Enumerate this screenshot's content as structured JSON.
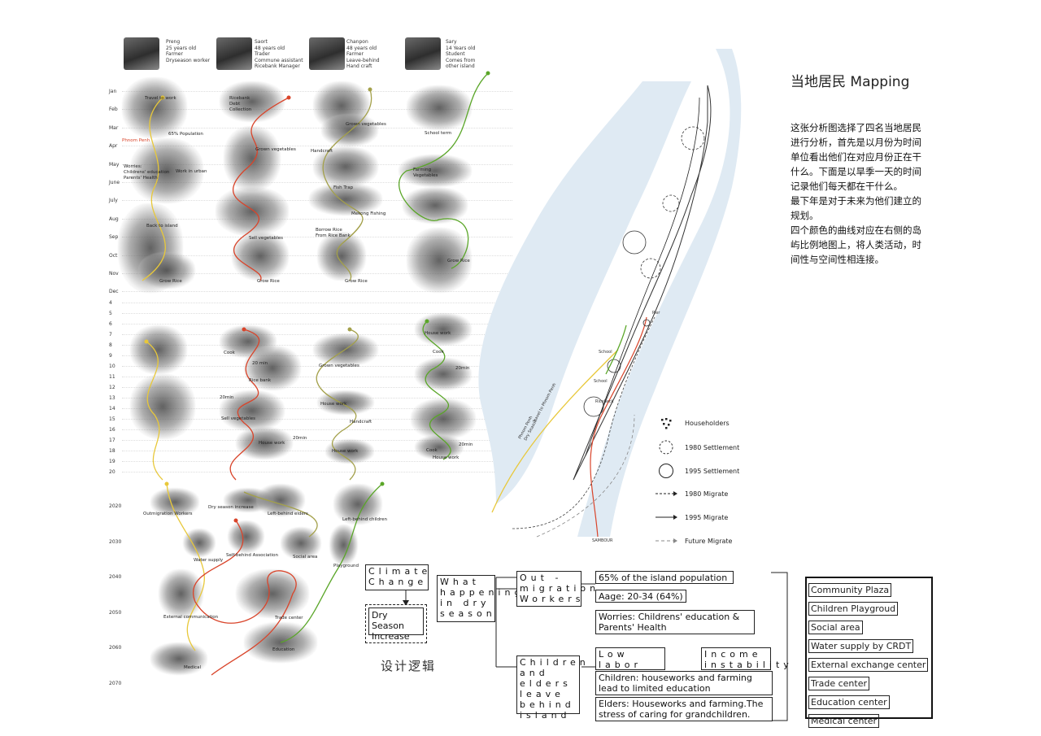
{
  "residents": [
    {
      "name": "Preng",
      "age": "25 years old",
      "role1": "Farmer",
      "role2": "Dryseason worker"
    },
    {
      "name": "Saort",
      "age": "48 years old",
      "role1": "Trader",
      "role2": "Commune assistant",
      "role3": "Ricebank Manager"
    },
    {
      "name": "Chanpon",
      "age": "48 years old",
      "role1": "Farmer",
      "role2": "Leave-behind",
      "role3": "Hand craft"
    },
    {
      "name": "Sary",
      "age": "14 Years old",
      "role1": "Student",
      "role2": "Comes from",
      "role3": "other island"
    }
  ],
  "months": [
    "Jan",
    "Feb",
    "Mar",
    "Apr",
    "May",
    "June",
    "July",
    "Aug",
    "Sep",
    "Oct",
    "Nov",
    "Dec"
  ],
  "hours": [
    "4",
    "5",
    "6",
    "7",
    "8",
    "9",
    "10",
    "11",
    "12",
    "13",
    "14",
    "15",
    "16",
    "17",
    "18",
    "19",
    "20"
  ],
  "years": [
    "2020",
    "2030",
    "2040",
    "2050",
    "2060",
    "2070"
  ],
  "annotations": {
    "travel_to_work": "Travel to work",
    "pct_population": "65% Population",
    "phnom_penh": "Phnom Penh",
    "worries": "Worries:",
    "worries2": "Childrens' education",
    "worries3": "Parents' Health",
    "work_in_urban": "Work in urban",
    "back_to_island": "Back to island",
    "grow_rice_1": "Grow Rice",
    "ricebank": "Ricebank",
    "debt": "Debt",
    "collection": "Collection",
    "grown_veg_1": "Grown vegetables",
    "sell_veg_1": "Sell vegetables",
    "grow_rice_2": "Grow Rice",
    "grown_veg_2": "Grown vegetables",
    "handcraft_1": "Handcraft",
    "fish_trap": "Fish Trap",
    "mekong_fishing": "Mekong Fishing",
    "borrow_rice": "Borrow Rice",
    "from_rice_bank": "From Rice Bank",
    "grow_rice_3": "Grow Rice",
    "school_term": "School term",
    "farming": "Farming",
    "vegetables": "Vegetables",
    "grow_rice_4": "Grow Rice",
    "cook_1": "Cook",
    "min_20_1": "20 min",
    "rice_bank": "Rice bank",
    "min_20_2": "20min",
    "sell_veg_2": "Sell vegetables",
    "house_work_1": "House work",
    "grown_veg_3": "Grown vegetables",
    "house_work_2": "House work",
    "handcraft_2": "Handcraft",
    "house_work_3": "House work",
    "house_work_4": "House work",
    "cook_2": "Cook",
    "min_20_3": "20min",
    "cook_3": "Cook",
    "min_20_4": "20min",
    "house_work_5": "House work",
    "min_20_5": "20min",
    "outmigration": "Outmigration Workers",
    "dry_season_increase": "Dry season increase",
    "left_behind": "Left-behind elders",
    "left_behind_children": "Left-behind children",
    "water_supply": "Water supply",
    "self_behind_assoc": "Self-behind Association",
    "social_area": "Social area",
    "playground": "Playground",
    "external_comm": "External communication",
    "trade_center": "Trade center",
    "education": "Education",
    "medical": "Medical"
  },
  "title": "当地居民 Mapping",
  "description": [
    "这张分析图选择了四名当地居民",
    "进行分析，首先是以月份为时间",
    "单位看出他们在对应月份正在干",
    "什么。下面是以旱季一天的时间",
    "记录他们每天都在干什么。",
    "最下年是对于未来为他们建立的",
    "规划。",
    "四个颜色的曲线对应在右侧的岛",
    "屿比例地图上，将人类活动，时",
    "间性与空间性相连接。"
  ],
  "map_labels": {
    "phnom_penh_dry": "Phnom Penh",
    "dry_season": "Dry Season",
    "travel_phnom": "Travel to Phnom Penh",
    "school": "School",
    "school2": "School",
    "riceback": "Riceback",
    "pier": "Pier",
    "sambour": "SAMBOUR"
  },
  "legend": [
    {
      "label": "Householders"
    },
    {
      "label": "1980 Settlement"
    },
    {
      "label": "1995 Settlement"
    },
    {
      "label": "1980 Migrate"
    },
    {
      "label": "1995 Migrate"
    },
    {
      "label": "Future Migrate"
    }
  ],
  "logic": {
    "climate_change": "Climate Change",
    "dry_season_increase": "Dry Season Increase",
    "what_happening": "What happening in dry season",
    "out_migration": "Out - migration Workers",
    "children_elders": "Children and elders leave behind island",
    "pct": "65% of the island population",
    "age": "Aage: 20-34 (64%)",
    "worries": "Worries: Childrens' education & Parents' Health",
    "low_labor": "Low labor force",
    "income": "Income instability",
    "children_work": "Children: houseworks and farming lead to limited education",
    "elders_work": "Elders: Houseworks and farming.The stress of caring for grandchildren.",
    "caption": "设计逻辑"
  },
  "facilities": [
    "Community Plaza",
    "Children Playgroud",
    "Social area",
    "Water supply by CRDT",
    "External exchange center",
    "Trade center",
    "Education center",
    "Medical center"
  ],
  "colors": {
    "yellow": "#e8c83a",
    "red": "#d9442a",
    "olive": "#a3a04a",
    "green": "#5aa628",
    "river": "#dfeaf3"
  }
}
